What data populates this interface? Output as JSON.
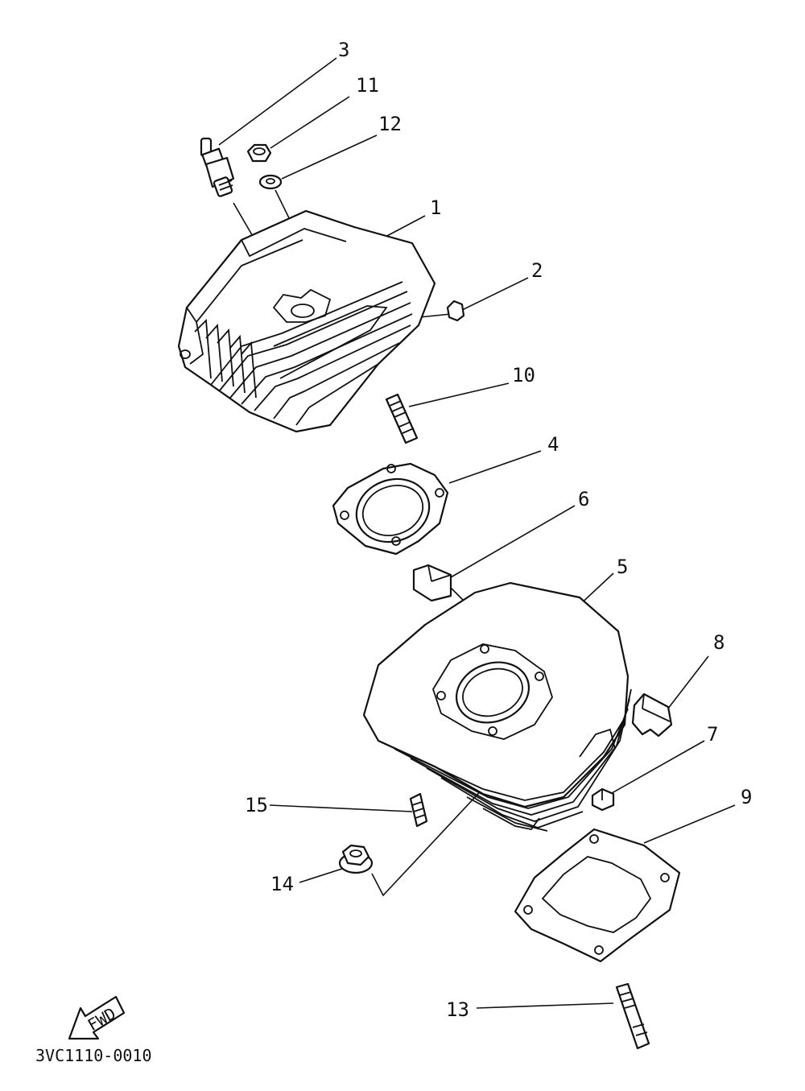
{
  "diagram": {
    "callouts": [
      {
        "id": "c1",
        "number": "1",
        "part": "cylinder-head"
      },
      {
        "id": "c2",
        "number": "2",
        "part": "nut"
      },
      {
        "id": "c3",
        "number": "3",
        "part": "spark-plug"
      },
      {
        "id": "c4",
        "number": "4",
        "part": "head-gasket"
      },
      {
        "id": "c5",
        "number": "5",
        "part": "cylinder"
      },
      {
        "id": "c6",
        "number": "6",
        "part": "dowel-pin-upper"
      },
      {
        "id": "c7",
        "number": "7",
        "part": "dowel-pin-lower"
      },
      {
        "id": "c8",
        "number": "8",
        "part": "damper"
      },
      {
        "id": "c9",
        "number": "9",
        "part": "cylinder-base-gasket"
      },
      {
        "id": "c10",
        "number": "10",
        "part": "stud-bolt-head"
      },
      {
        "id": "c11",
        "number": "11",
        "part": "nut-head"
      },
      {
        "id": "c12",
        "number": "12",
        "part": "washer"
      },
      {
        "id": "c13",
        "number": "13",
        "part": "stud-bolt-base"
      },
      {
        "id": "c14",
        "number": "14",
        "part": "nut-flange"
      },
      {
        "id": "c15",
        "number": "15",
        "part": "stud-bolt-short"
      }
    ],
    "fwd_label": "FWD",
    "drawing_code": "3VC1110-0010"
  }
}
